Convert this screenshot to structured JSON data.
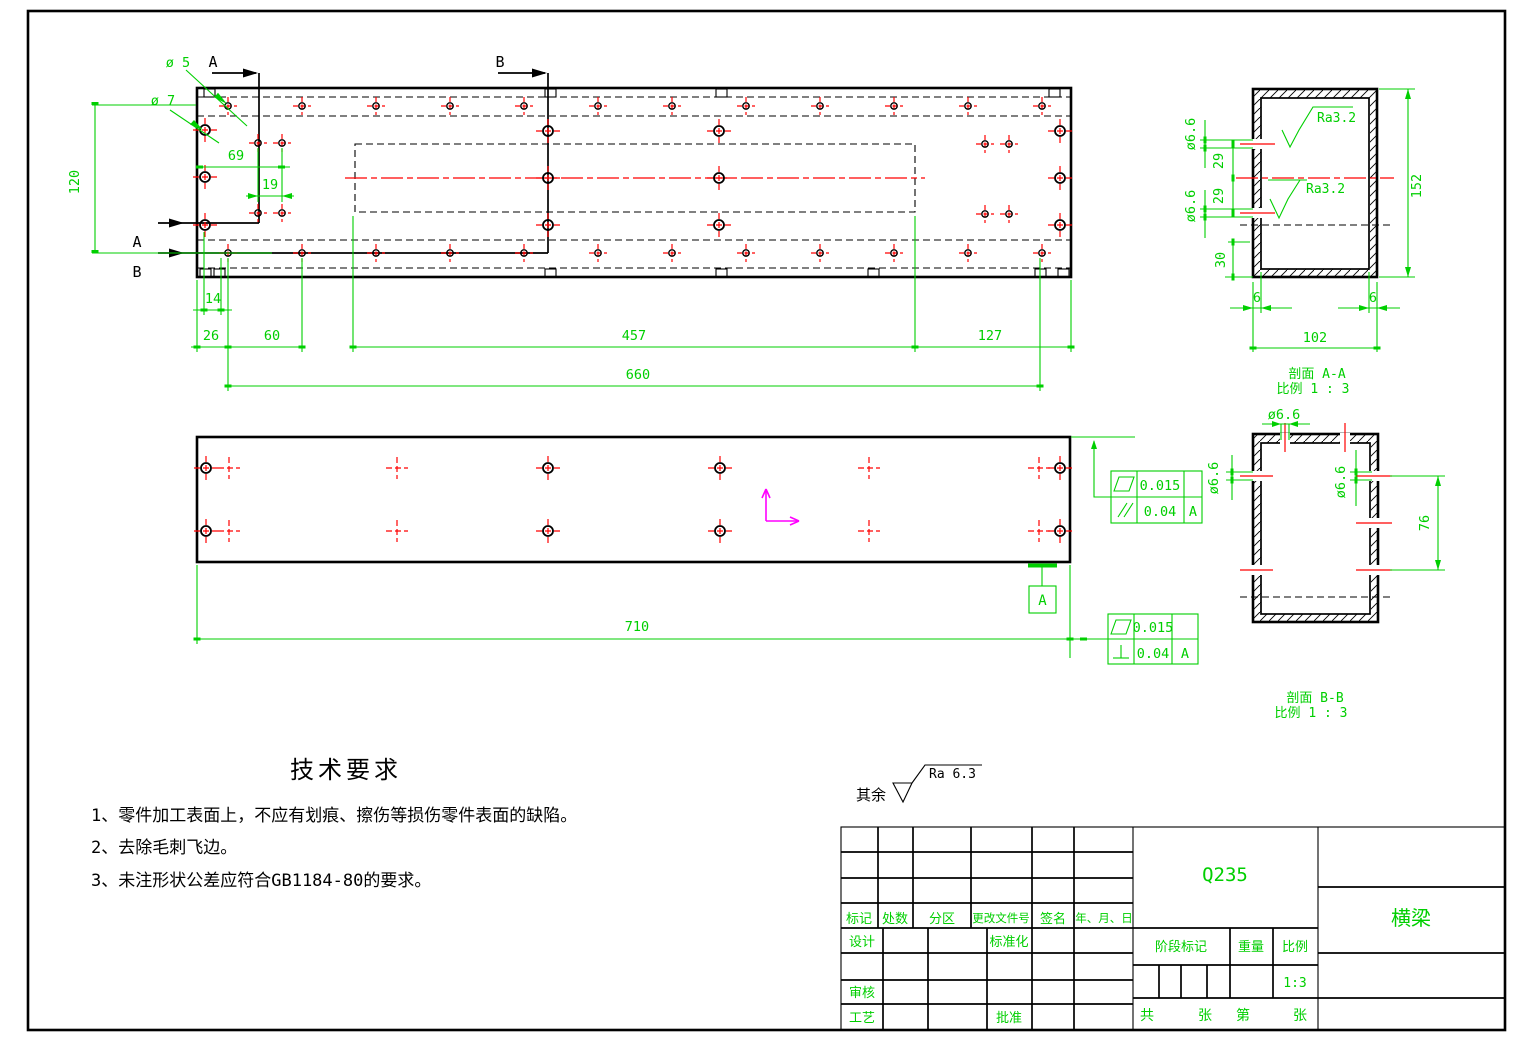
{
  "app": {
    "type": "cad-engineering-drawing",
    "background": "#ffffff"
  },
  "colors": {
    "dimension_green": "#00cf00",
    "centerline_red": "#ff0000",
    "outline_black": "#000000",
    "ucs_magenta": "#ff00ff"
  },
  "top_view": {
    "dia5_label": "ø 5",
    "dia7_label": "ø 7",
    "dim_69": "69",
    "dim_19": "19",
    "dim_120": "120",
    "dim_14": "14",
    "dim_26": "26",
    "dim_60": "60",
    "dim_457": "457",
    "dim_127": "127",
    "dim_660": "660",
    "section_a_top": "A",
    "section_b_top": "B",
    "section_a_left": "A",
    "section_b_left": "B"
  },
  "front_view": {
    "dim_710": "710",
    "datum_label": "A"
  },
  "section_aa": {
    "title": "剖面  A-A",
    "scale": "比例 1 : 3",
    "ra_upper": "Ra3.2",
    "ra_lower": "Ra3.2",
    "dim_dia66_upper": "ø6.6",
    "dim_dia66_lower": "ø6.6",
    "dim_29_upper": "29",
    "dim_29_lower": "29",
    "dim_30": "30",
    "dim_152": "152",
    "dim_6_left": "6",
    "dim_6_right": "6",
    "dim_102": "102"
  },
  "section_bb": {
    "title": "剖面  B-B",
    "scale": "比例 1 : 3",
    "dim_dia66_top": "ø6.6",
    "dim_dia66_left": "ø6.6",
    "dim_dia66_inner": "ø6.6",
    "dim_76": "76"
  },
  "tolerance_frame_upper": {
    "row1": {
      "symbol": "flatness",
      "value": "0.015",
      "datum": ""
    },
    "row2": {
      "symbol": "parallelism",
      "value": "0.04",
      "datum": "A"
    }
  },
  "tolerance_frame_lower": {
    "row1": {
      "symbol": "flatness",
      "value": "0.015",
      "datum": ""
    },
    "row2": {
      "symbol": "perpendicularity",
      "value": "0.04",
      "datum": "A"
    }
  },
  "surface_note": {
    "prefix": "其余",
    "roughness": "Ra 6.3"
  },
  "tech_requirements": {
    "title": "技术要求",
    "item1": "1、零件加工表面上，不应有划痕、擦伤等损伤零件表面的缺陷。",
    "item2": "2、去除毛刺飞边。",
    "item3": "3、未注形状公差应符合GB1184-80的要求。"
  },
  "title_block": {
    "col_mark": "标记",
    "col_count": "处数",
    "col_zone": "分区",
    "col_doc_no": "更改文件号",
    "col_sign": "签名",
    "col_date": "年、月、日",
    "design": "设计",
    "standardization": "标准化",
    "review": "审核",
    "process": "工艺",
    "approve": "批准",
    "material": "Q235",
    "part_name": "横梁",
    "stage_mark": "阶段标记",
    "weight": "重量",
    "scale_label": "比例",
    "scale_value": "1:3",
    "sheet_total_label": "共",
    "sheet_total_unit": "张",
    "sheet_no_label": "第",
    "sheet_no_unit": "张"
  }
}
